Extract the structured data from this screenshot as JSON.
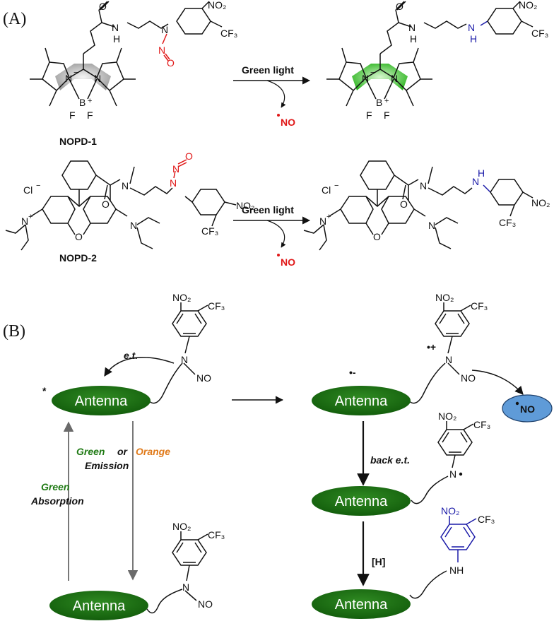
{
  "panels": {
    "a_label": "(A)",
    "b_label": "(B)"
  },
  "compounds": {
    "nopd1": "NOPD-1",
    "nopd2": "NOPD-2"
  },
  "atoms": {
    "O": "O",
    "N": "N",
    "H": "H",
    "NH": "NH",
    "NO": "NO",
    "NO2": "NO₂",
    "CF3": "CF₃",
    "B": "B",
    "F": "F",
    "Cl": "Cl",
    "minus": "−",
    "plus": "+"
  },
  "reaction": {
    "green_light": "Green light",
    "released_no": "NO"
  },
  "scheme": {
    "antenna": "Antenna",
    "excited_star": "*",
    "et": "e.t.",
    "back_et": "back e.t.",
    "h": "[H]",
    "no_bubble": "NO",
    "radical_anion": "•-",
    "radical_cation": "•+",
    "emission_green": "Green",
    "emission_or": "or",
    "emission_orange": "Orange",
    "emission": "Emission",
    "absorption_green": "Green",
    "absorption": "Absorption"
  },
  "colors": {
    "green_fill": "#2d9a1f",
    "blue_fill": "#5a63e8",
    "red_fill": "#ef6f56",
    "nitroso_red": "#e01818",
    "amine_blue": "#1a1aa8",
    "emission_orange": "#e07a1a",
    "no_bubble": "#5f9bd8"
  }
}
